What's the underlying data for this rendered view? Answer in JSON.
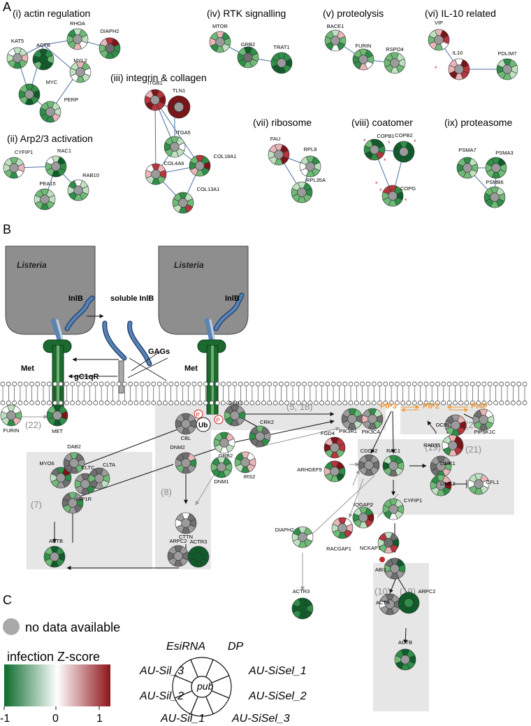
{
  "panel_labels": {
    "a": "A",
    "b": "B",
    "c": "C"
  },
  "clusters": [
    {
      "title": "(i) actin regulation",
      "genes": [
        "KAT5",
        "ACTB",
        "RHOA",
        "DIAPH2",
        "MYL2",
        "MYC",
        "PERP"
      ]
    },
    {
      "title": "(ii) Arp2/3 activation",
      "genes": [
        "CYFIP1",
        "RAC1",
        "PEA15",
        "RAB10"
      ]
    },
    {
      "title": "(iii) integrin & collagen",
      "genes": [
        "ITGB1",
        "TLN1",
        "ITGA5",
        "COL4A6",
        "COL18A1",
        "COL13A1"
      ]
    },
    {
      "title": "(iv) RTK signalling",
      "genes": [
        "MTOR",
        "GRB2",
        "TRAT1"
      ]
    },
    {
      "title": "(v) proteolysis",
      "genes": [
        "BACE1",
        "FURIN",
        "RSPO4"
      ]
    },
    {
      "title": "(vi) IL-10 related",
      "genes": [
        "VIP",
        "IL10",
        "PDLIM7"
      ]
    },
    {
      "title": "(vii) ribosome",
      "genes": [
        "FAU",
        "RPL8",
        "RPL35A"
      ]
    },
    {
      "title": "(viii) coatomer",
      "genes": [
        "COPB1",
        "COPB2",
        "COPG"
      ]
    },
    {
      "title": "(ix) proteasome",
      "genes": [
        "PSMA7",
        "PSMA3",
        "PSMB6"
      ]
    }
  ],
  "pathway": {
    "bacteria": [
      "Listeria",
      "Listeria"
    ],
    "molecules": {
      "inlb_left": "InlB",
      "soluble": "soluble InlB",
      "inlb_right": "InlB",
      "gags": "GAGs",
      "met_left": "Met",
      "met_right": "Met",
      "gc1qr": "gC1qR",
      "phospho": "P",
      "ubiquitin": "Ub"
    },
    "lipids": [
      "PIP3",
      "PIP2",
      "PI4P"
    ],
    "genes": [
      "FURIN",
      "MET",
      "CBL",
      "GAB1",
      "CRK2",
      "GRB2",
      "DNM1",
      "DNM2",
      "IRS2",
      "PIK3R1",
      "PIK3CA",
      "OCRL",
      "RAB35",
      "PIP5K1C",
      "MYO6",
      "DAB2",
      "CLTC",
      "CLTA",
      "HIP1R",
      "ACTB",
      "CTTN",
      "ARPC2",
      "ACTR3",
      "FGD4",
      "ARHGEF9",
      "CDC42",
      "RAC1",
      "LIMK1",
      "LIMK2",
      "CFL1",
      "IQGAP2",
      "RACGAP1",
      "DIAPH2",
      "CYFIP1",
      "NCKAP1",
      "ABI1",
      "ACTB",
      "ARPC2",
      "ACTR3",
      "ACTB"
    ],
    "refs": [
      "(22)",
      "(5, 18)",
      "(20)",
      "(21)",
      "(8)",
      "(7)",
      "(19)",
      "(10)",
      "(19)"
    ]
  },
  "legend": {
    "no_data": "no data available",
    "scale_title": "infection Z-score",
    "ticks": [
      "-1",
      "0",
      "1"
    ],
    "center": "pub",
    "segments": [
      "EsiRNA",
      "DP",
      "AU-SiSel_1",
      "AU-SiSel_2",
      "AU-SiSel_3",
      "AU-Sil_1",
      "AU-Sil_2",
      "AU-Sil_3"
    ],
    "colors": {
      "low": "#0b6b2c",
      "mid": "#ffffff",
      "high": "#8e1419",
      "nodata": "#a9a9a9"
    }
  }
}
